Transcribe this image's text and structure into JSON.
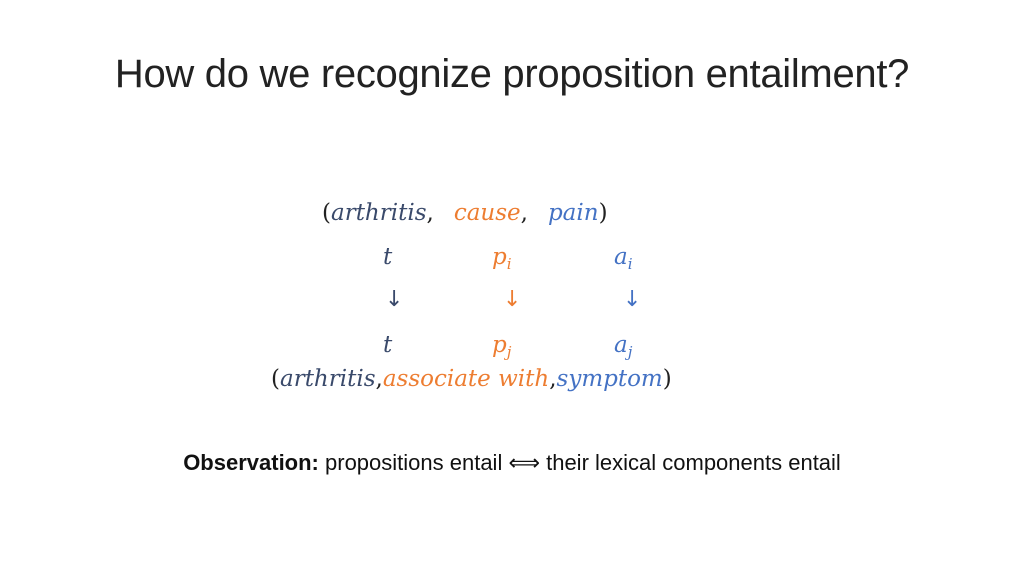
{
  "title": "How do we recognize proposition entailment?",
  "top_tuple": {
    "open": "(",
    "subject": "arthritis",
    "comma1": ",",
    "predicate": "cause",
    "comma2": ",",
    "object": "pain",
    "close": ")"
  },
  "row1": {
    "t": "t",
    "p": "p",
    "p_sub": "i",
    "a": "a",
    "a_sub": "i"
  },
  "arrows": {
    "t": "↓",
    "p": "↓",
    "a": "↓"
  },
  "row2": {
    "t": "t",
    "p": "p",
    "p_sub": "j",
    "a": "a",
    "a_sub": "j"
  },
  "bottom_tuple": {
    "open": "(",
    "subject": "arthritis",
    "comma1": ",",
    "predicate": "associate with",
    "comma2": ",",
    "object": "symptom",
    "close": ")"
  },
  "observation": {
    "label": "Observation:",
    "text": " propositions entail ⟺ their lexical components entail"
  },
  "colors": {
    "term": "#3a4a6b",
    "predicate": "#ed7d31",
    "argument": "#4472c4"
  }
}
